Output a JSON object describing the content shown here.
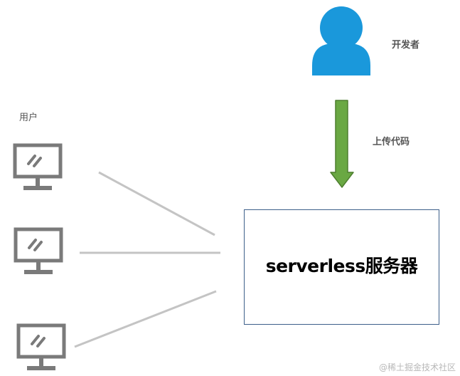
{
  "developer": {
    "label": "开发者",
    "icon": "person-icon",
    "color": "#1a98db"
  },
  "upload": {
    "label": "上传代码",
    "arrow_color": "#6aa843",
    "arrow_stroke": "#4d7e2e"
  },
  "users": {
    "label": "用户",
    "icon": "monitor-icon",
    "count": 3
  },
  "server": {
    "label": "serverless服务器",
    "border_color": "#3d5f8a"
  },
  "watermark": "@稀土掘金技术社区"
}
